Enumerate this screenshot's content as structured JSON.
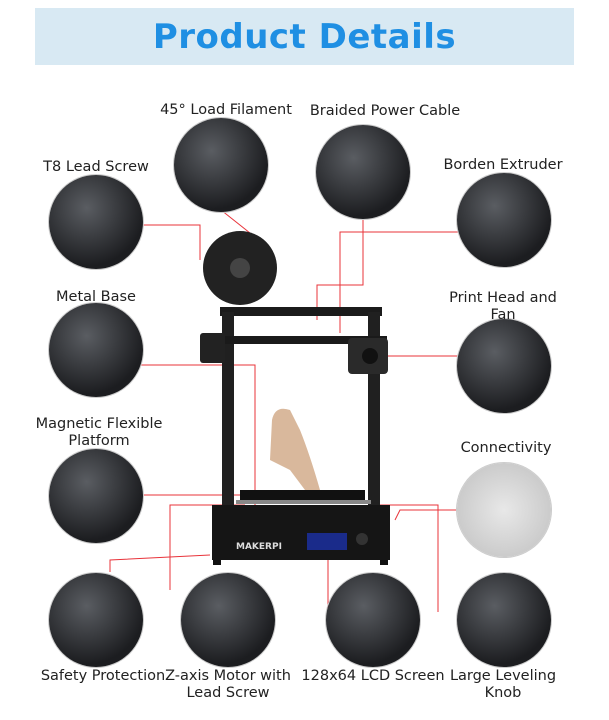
{
  "title": "Product Details",
  "brand": "MAKERPI",
  "accent_color": "#1f8fe3",
  "callout_line_color": "#e8333a",
  "features": [
    {
      "label": "45° Load Filament"
    },
    {
      "label": "Braided Power Cable"
    },
    {
      "label": "T8 Lead Screw"
    },
    {
      "label": "Borden Extruder"
    },
    {
      "label": "Metal Base"
    },
    {
      "label": "Print Head and Fan"
    },
    {
      "label": "Magnetic Flexible Platform"
    },
    {
      "label": "Connectivity"
    },
    {
      "label": "Safety Protection"
    },
    {
      "label": "Z-axis Motor with Lead Screw"
    },
    {
      "label": "128x64 LCD Screen"
    },
    {
      "label": "Large Leveling Knob"
    }
  ]
}
